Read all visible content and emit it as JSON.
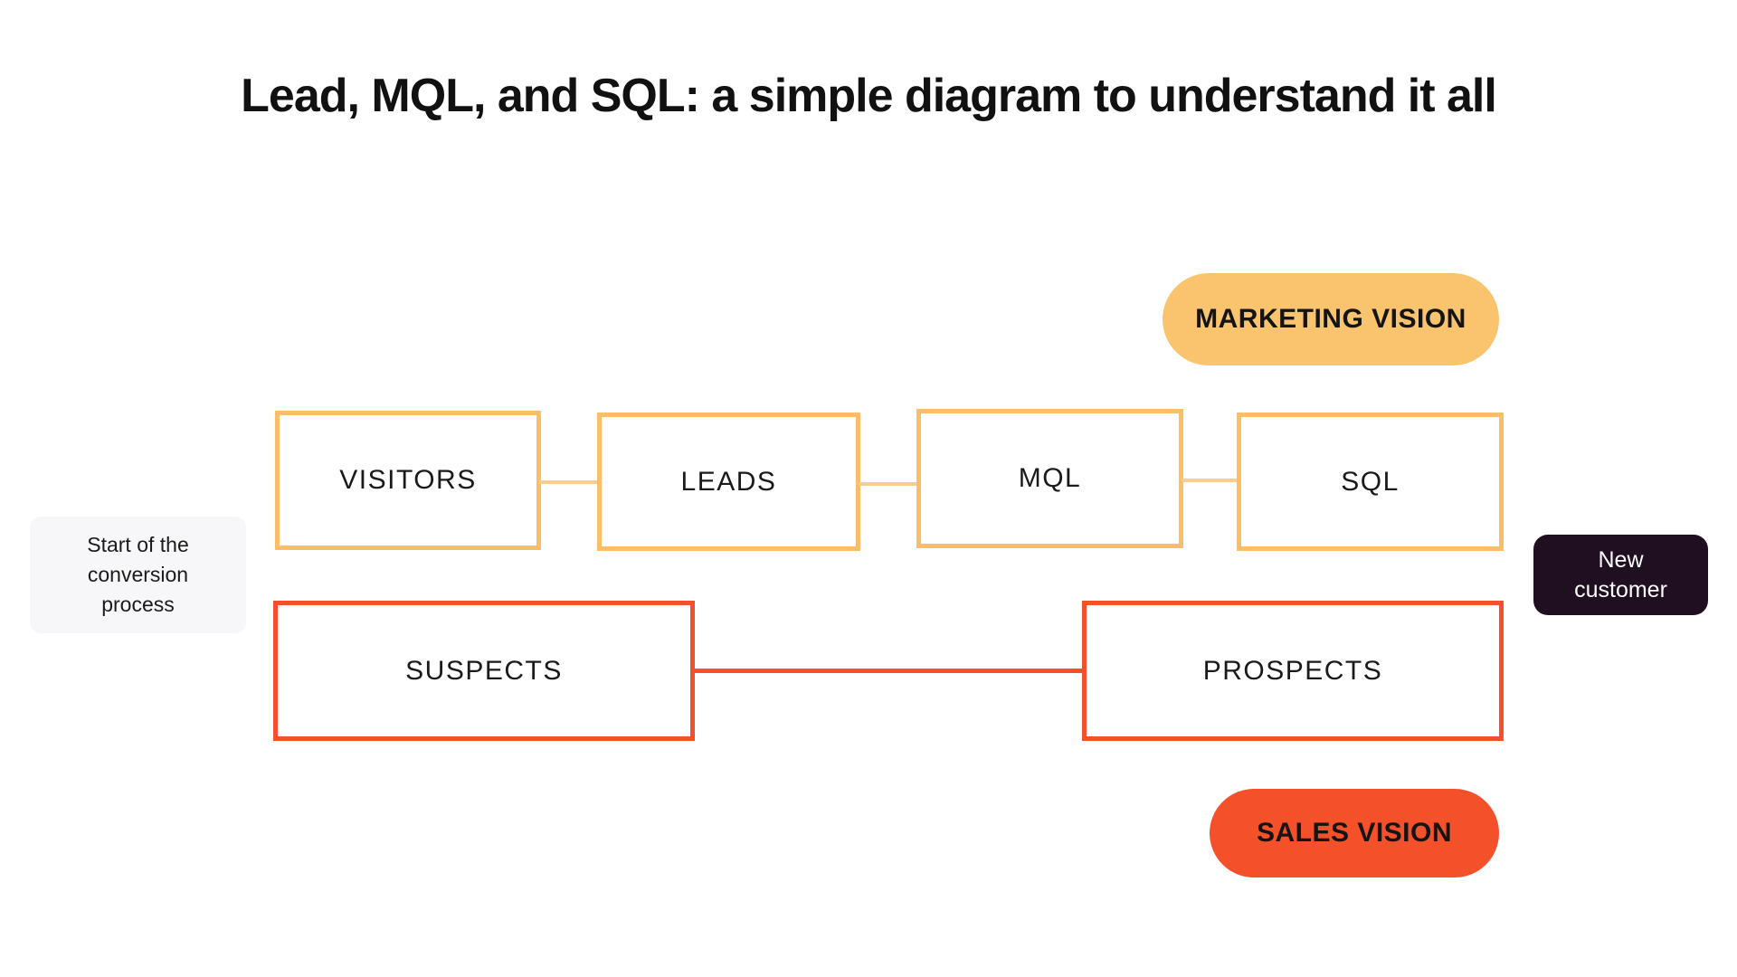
{
  "page": {
    "title": "Lead, MQL, and SQL: a simple diagram to understand it all",
    "background": "#ffffff"
  },
  "colors": {
    "marketing_border": "#FBBD68",
    "marketing_connector": "#FACC90",
    "marketing_pill": "#FAC36E",
    "sales_accent": "#F4502A",
    "note_background": "#F7F7F9",
    "new_customer_background": "#200F20",
    "text": "#1A1A1A"
  },
  "annotations": {
    "marketing_vision": "MARKETING VISION",
    "sales_vision": "SALES VISION",
    "start_note": "Start of the conversion process",
    "new_customer": "New customer"
  },
  "funnel": {
    "marketing_stages": [
      {
        "label": "VISITORS"
      },
      {
        "label": "LEADS"
      },
      {
        "label": "MQL"
      },
      {
        "label": "SQL"
      }
    ],
    "sales_stages": [
      {
        "label": "SUSPECTS"
      },
      {
        "label": "PROSPECTS"
      }
    ]
  }
}
